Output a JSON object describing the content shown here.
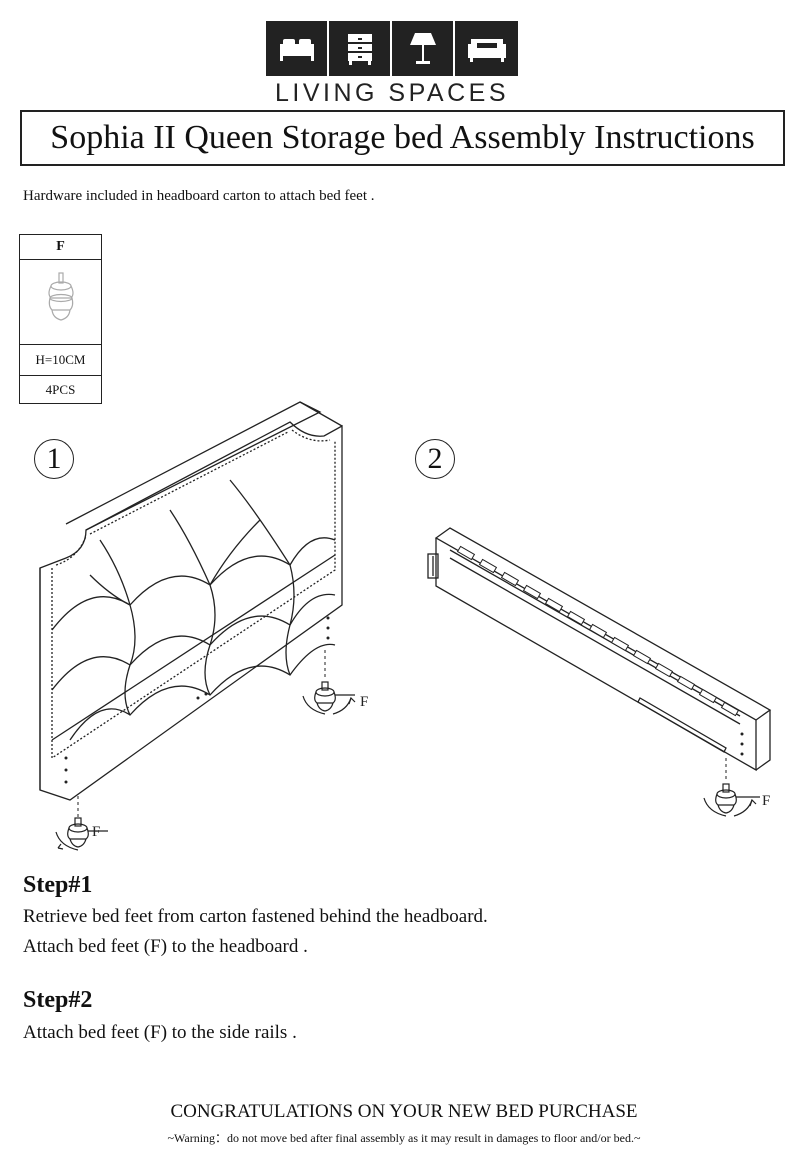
{
  "logo": {
    "brand_text": "LIVING SPACES",
    "icons": [
      "bed-icon",
      "dresser-icon",
      "lamp-icon",
      "sofa-icon"
    ]
  },
  "title": "Sophia II Queen Storage bed Assembly Instructions",
  "hardware_caption": "Hardware included in headboard carton to attach bed feet .",
  "parts_table": {
    "label": "F",
    "dimension": "H=10CM",
    "quantity": "4PCS"
  },
  "diagrams": [
    {
      "number": "1",
      "callouts": [
        "F",
        "F"
      ]
    },
    {
      "number": "2",
      "callouts": [
        "F"
      ]
    }
  ],
  "steps": [
    {
      "heading": "Step#1",
      "lines": [
        "Retrieve bed feet from carton fastened behind the headboard.",
        "Attach bed feet (F) to the headboard ."
      ]
    },
    {
      "heading": "Step#2",
      "lines": [
        "Attach bed feet (F) to the side rails ."
      ]
    }
  ],
  "footer": {
    "congrats": "CONGRATULATIONS ON YOUR NEW BED PURCHASE",
    "warning": "~Warning：do not move bed after final assembly as it may result in damages to floor and/or bed.~"
  }
}
